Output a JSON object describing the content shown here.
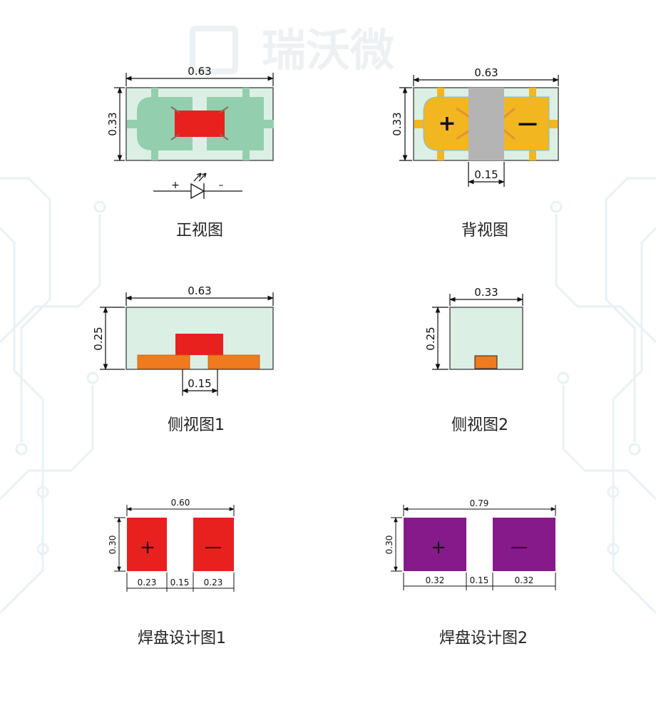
{
  "watermark": {
    "text": "瑞沃微"
  },
  "colors": {
    "body_fill": "#dcefe4",
    "pad_green": "#93cfae",
    "chip_red": "#e8201e",
    "pad_gold": "#f2b620",
    "center_gray": "#b4b4b4",
    "side_orange": "#f07b1e",
    "land_red": "#e8201e",
    "land_purple": "#861a8a"
  },
  "views": {
    "front": {
      "caption": "正视图",
      "dim_width": "0.63",
      "dim_height": "0.33",
      "symbol_plus": "+",
      "symbol_minus": "–",
      "symbol_icon": "led-diode-symbol"
    },
    "back": {
      "caption": "背视图",
      "dim_width": "0.63",
      "dim_height": "0.33",
      "dim_gap": "0.15",
      "plus": "+",
      "minus": "—"
    },
    "side1": {
      "caption": "侧视图1",
      "dim_width": "0.63",
      "dim_height": "0.25",
      "dim_gap": "0.15"
    },
    "side2": {
      "caption": "侧视图2",
      "dim_width": "0.33",
      "dim_height": "0.25"
    },
    "pad1": {
      "caption": "焊盘设计图1",
      "dim_total": "0.60",
      "dim_height": "0.30",
      "dim_pad_left": "0.23",
      "dim_gap": "0.15",
      "dim_pad_right": "0.23",
      "plus": "+",
      "minus": "—"
    },
    "pad2": {
      "caption": "焊盘设计图2",
      "dim_total": "0.79",
      "dim_height": "0.30",
      "dim_pad_left": "0.32",
      "dim_gap": "0.15",
      "dim_pad_right": "0.32",
      "plus": "+",
      "minus": "—"
    }
  }
}
